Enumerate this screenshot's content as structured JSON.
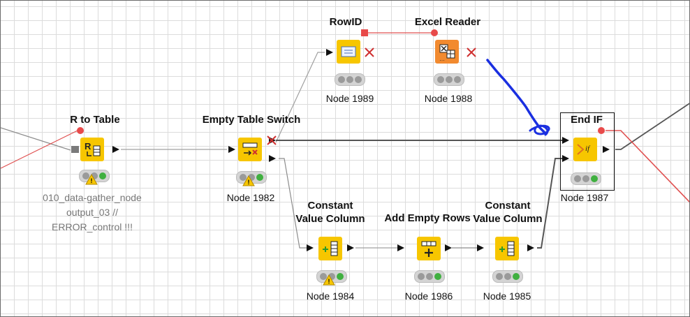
{
  "nodes": {
    "r_to_table": {
      "title": "R to Table",
      "annotation": [
        "010_data-gather_node",
        "output_03 //",
        "ERROR_control !!!"
      ]
    },
    "empty_table_switch": {
      "title": "Empty Table Switch",
      "label": "Node 1982"
    },
    "rowid": {
      "title": "RowID",
      "label": "Node 1989"
    },
    "excel_reader": {
      "title": "Excel Reader",
      "label": "Node 1988"
    },
    "end_if": {
      "title": "End IF",
      "label": "Node 1987"
    },
    "constant_value_column_1": {
      "title_line1": "Constant",
      "title_line2": "Value Column",
      "label": "Node 1984"
    },
    "add_empty_rows": {
      "title": "Add Empty Rows",
      "label": "Node 1986"
    },
    "constant_value_column_2": {
      "title_line1": "Constant",
      "title_line2": "Value Column",
      "label": "Node 1985"
    }
  },
  "colors": {
    "node_yellow": "#f7c600",
    "node_orange": "#f28a2f",
    "flow_variable_red": "#e05050",
    "annotation_blue": "#1a2fe0",
    "connection_gray": "#8c8c8c"
  }
}
